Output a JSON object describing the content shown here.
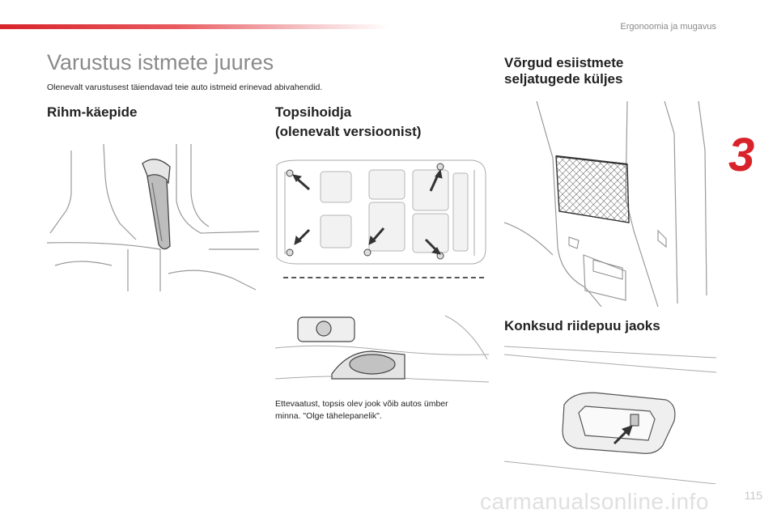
{
  "header": {
    "section_label": "Ergonoomia ja mugavus",
    "chapter_number": "3",
    "accent_color": "#d8232a"
  },
  "page": {
    "title": "Varustus istmete juures",
    "intro": "Olenevalt varustusest täiendavad teie auto istmeid erinevad abivahendid.",
    "page_number": "115"
  },
  "sections": {
    "strap": {
      "title": "Rihm-käepide"
    },
    "cupholder": {
      "title_line1": "Topsihoidja",
      "title_line2": "(olenevalt versioonist)",
      "warning_line1": "Ettevaatust, topsis olev jook võib autos ümber",
      "warning_line2": "minna. \"Olge tähelepanelik\"."
    },
    "nets": {
      "title_line1": "Võrgud esiistmete",
      "title_line2": "seljatugede küljes"
    },
    "hooks": {
      "title": "Konksud riidepuu jaoks"
    }
  },
  "watermark": "carmanualsonline.info"
}
